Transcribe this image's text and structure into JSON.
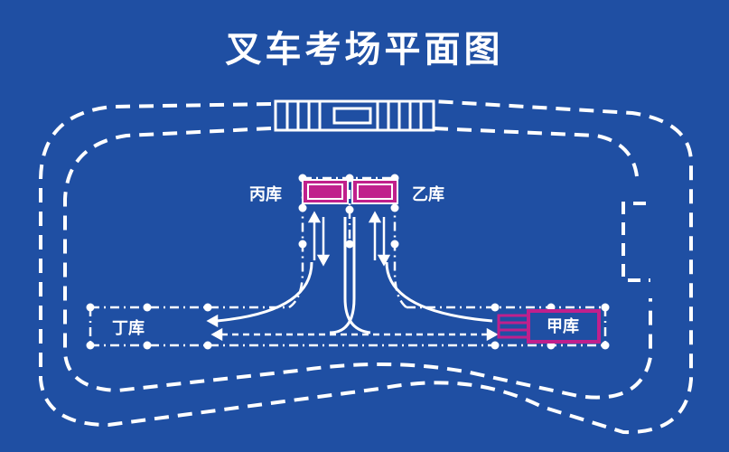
{
  "title": "叉车考场平面图",
  "garages": {
    "bing": "丙库",
    "yi": "乙库",
    "ding": "丁库",
    "jia": "甲库"
  },
  "colors": {
    "background": "#1f4fa3",
    "lines": "#ffffff",
    "garage_box": "#c0208c"
  }
}
